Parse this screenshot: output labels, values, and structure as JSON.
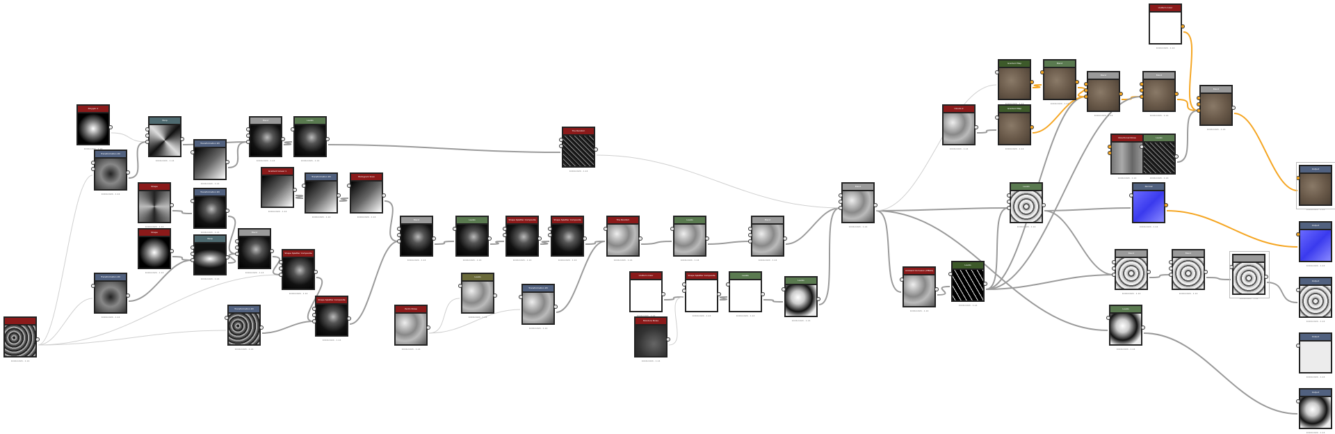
{
  "caption": "1024x1024 - 1.14",
  "colors": {
    "wire": "#9a9a9a",
    "wire_light": "#cfcfcf",
    "wire_orange": "#f5a623",
    "hdr_red": "#8b1a1a",
    "hdr_slate": "#51617f",
    "hdr_teal": "#4e6a70",
    "hdr_gray": "#9a9a9a",
    "hdr_green": "#5a7a50",
    "hdr_olive": "#6a6a3a",
    "hdr_darkgreen": "#3d5a2a"
  },
  "nodes": [
    {
      "id": "n1",
      "label": "",
      "hdr": "red",
      "fill": "noise"
    },
    {
      "id": "n2",
      "label": "Polygon 1",
      "hdr": "red",
      "fill": "radial"
    },
    {
      "id": "n3",
      "label": "Transformation 2D",
      "hdr": "slate",
      "fill": "blur"
    },
    {
      "id": "n4",
      "label": "Warp",
      "hdr": "teal",
      "fill": "diamond"
    },
    {
      "id": "n5",
      "label": "Transformation 2D",
      "hdr": "slate",
      "fill": "gradient"
    },
    {
      "id": "n6",
      "label": "Blend",
      "hdr": "gray",
      "fill": "dark"
    },
    {
      "id": "n7",
      "label": "Levels",
      "hdr": "green",
      "fill": "dark"
    },
    {
      "id": "n8",
      "label": "Shape",
      "hdr": "red",
      "fill": "pyramid"
    },
    {
      "id": "n9",
      "label": "Transformation 2D",
      "hdr": "slate",
      "fill": "dark"
    },
    {
      "id": "n10",
      "label": "Gradient Linear 1",
      "hdr": "red",
      "fill": "gradient"
    },
    {
      "id": "n11",
      "label": "Transformation 2D",
      "hdr": "slate",
      "fill": "gradient"
    },
    {
      "id": "n12",
      "label": "Histogram Scan",
      "hdr": "red",
      "fill": "gradient"
    },
    {
      "id": "n13",
      "label": "Shape",
      "hdr": "red",
      "fill": "radial"
    },
    {
      "id": "n14",
      "label": "Warp",
      "hdr": "teal",
      "fill": "lens"
    },
    {
      "id": "n15",
      "label": "Blend",
      "hdr": "gray",
      "fill": "dark"
    },
    {
      "id": "n16",
      "label": "Transformation 2D",
      "hdr": "slate",
      "fill": "blur"
    },
    {
      "id": "n17",
      "label": "Shape Splatter Composite",
      "hdr": "red",
      "fill": "dark"
    },
    {
      "id": "n18",
      "label": "Transformation 2D",
      "hdr": "slate",
      "fill": "noise"
    },
    {
      "id": "n19",
      "label": "Shape Splatter Composite",
      "hdr": "red",
      "fill": "dark"
    },
    {
      "id": "n20",
      "label": "Blend",
      "hdr": "gray",
      "fill": "dark"
    },
    {
      "id": "n21",
      "label": "Levels",
      "hdr": "green",
      "fill": "dark"
    },
    {
      "id": "n22",
      "label": "Shape Splatter Composite",
      "hdr": "red",
      "fill": "dark"
    },
    {
      "id": "n23",
      "label": "Shape Splatter Composite",
      "hdr": "red",
      "fill": "dark"
    },
    {
      "id": "n24",
      "label": "Tile Random",
      "hdr": "red",
      "fill": "speckle"
    },
    {
      "id": "n25",
      "label": "Tile Random",
      "hdr": "red",
      "fill": "cloudy"
    },
    {
      "id": "n26",
      "label": "Levels",
      "hdr": "green",
      "fill": "cloudy"
    },
    {
      "id": "n27",
      "label": "Blend",
      "hdr": "gray",
      "fill": "cloudy"
    },
    {
      "id": "n28",
      "label": "Perlin Noise",
      "hdr": "red",
      "fill": "cloudy"
    },
    {
      "id": "n29",
      "label": "Levels",
      "hdr": "olive",
      "fill": "cloudy"
    },
    {
      "id": "n30",
      "label": "Transformation 2D",
      "hdr": "slate",
      "fill": "cloudy"
    },
    {
      "id": "n31",
      "label": "Uniform Color",
      "hdr": "red",
      "fill": "white"
    },
    {
      "id": "n32",
      "label": "Shape Splatter Composite",
      "hdr": "red",
      "fill": "white"
    },
    {
      "id": "n33",
      "label": "Levels",
      "hdr": "green",
      "fill": "white"
    },
    {
      "id": "n34",
      "label": "Levels",
      "hdr": "green",
      "fill": "blotch"
    },
    {
      "id": "n35",
      "label": "Moisture Noise",
      "hdr": "red",
      "fill": "darkcloud"
    },
    {
      "id": "n36",
      "label": "Blend",
      "hdr": "gray",
      "fill": "cloudy"
    },
    {
      "id": "n37",
      "label": "Ambient Occlusion (HBAO)",
      "hdr": "red",
      "fill": "cloudy"
    },
    {
      "id": "n38",
      "label": "Levels",
      "hdr": "darkgreen",
      "fill": "cracks"
    },
    {
      "id": "n39",
      "label": "Levels",
      "hdr": "green",
      "fill": "cells"
    },
    {
      "id": "n40",
      "label": "Normal",
      "hdr": "slate",
      "fill": "normal"
    },
    {
      "id": "n41",
      "label": "Blend",
      "hdr": "gray",
      "fill": "cells"
    },
    {
      "id": "n42",
      "label": "Blend",
      "hdr": "gray",
      "fill": "cells"
    },
    {
      "id": "n43",
      "label": "",
      "hdr": "gray",
      "fill": "cells"
    },
    {
      "id": "n44",
      "label": "Levels",
      "hdr": "green",
      "fill": "blotch"
    },
    {
      "id": "n45",
      "label": "Gradient Map",
      "hdr": "darkgreen",
      "fill": "brown"
    },
    {
      "id": "n46",
      "label": "Gradient Map",
      "hdr": "darkgreen",
      "fill": "brown"
    },
    {
      "id": "n47",
      "label": "Clouds 2",
      "hdr": "red",
      "fill": "cloudy"
    },
    {
      "id": "n48",
      "label": "Blend",
      "hdr": "green",
      "fill": "brown"
    },
    {
      "id": "n49",
      "label": "Blend",
      "hdr": "gray",
      "fill": "brown"
    },
    {
      "id": "n50",
      "label": "Blend",
      "hdr": "gray",
      "fill": "brown"
    },
    {
      "id": "n51",
      "label": "Blend",
      "hdr": "gray",
      "fill": "brown"
    },
    {
      "id": "n52",
      "label": "Uniform Color",
      "hdr": "red",
      "fill": "white"
    },
    {
      "id": "n53",
      "label": "Directional Noise",
      "hdr": "red",
      "fill": "gray"
    },
    {
      "id": "n54",
      "label": "Levels",
      "hdr": "green",
      "fill": "speckle"
    },
    {
      "id": "n55",
      "label": "Output",
      "hdr": "slate",
      "fill": "brown"
    },
    {
      "id": "n56",
      "label": "Output",
      "hdr": "slate",
      "fill": "normal"
    },
    {
      "id": "n57",
      "label": "Output",
      "hdr": "slate",
      "fill": "cells"
    },
    {
      "id": "n58",
      "label": "Output",
      "hdr": "slate",
      "fill": "light"
    },
    {
      "id": "n59",
      "label": "Output",
      "hdr": "slate",
      "fill": "blotch"
    }
  ]
}
